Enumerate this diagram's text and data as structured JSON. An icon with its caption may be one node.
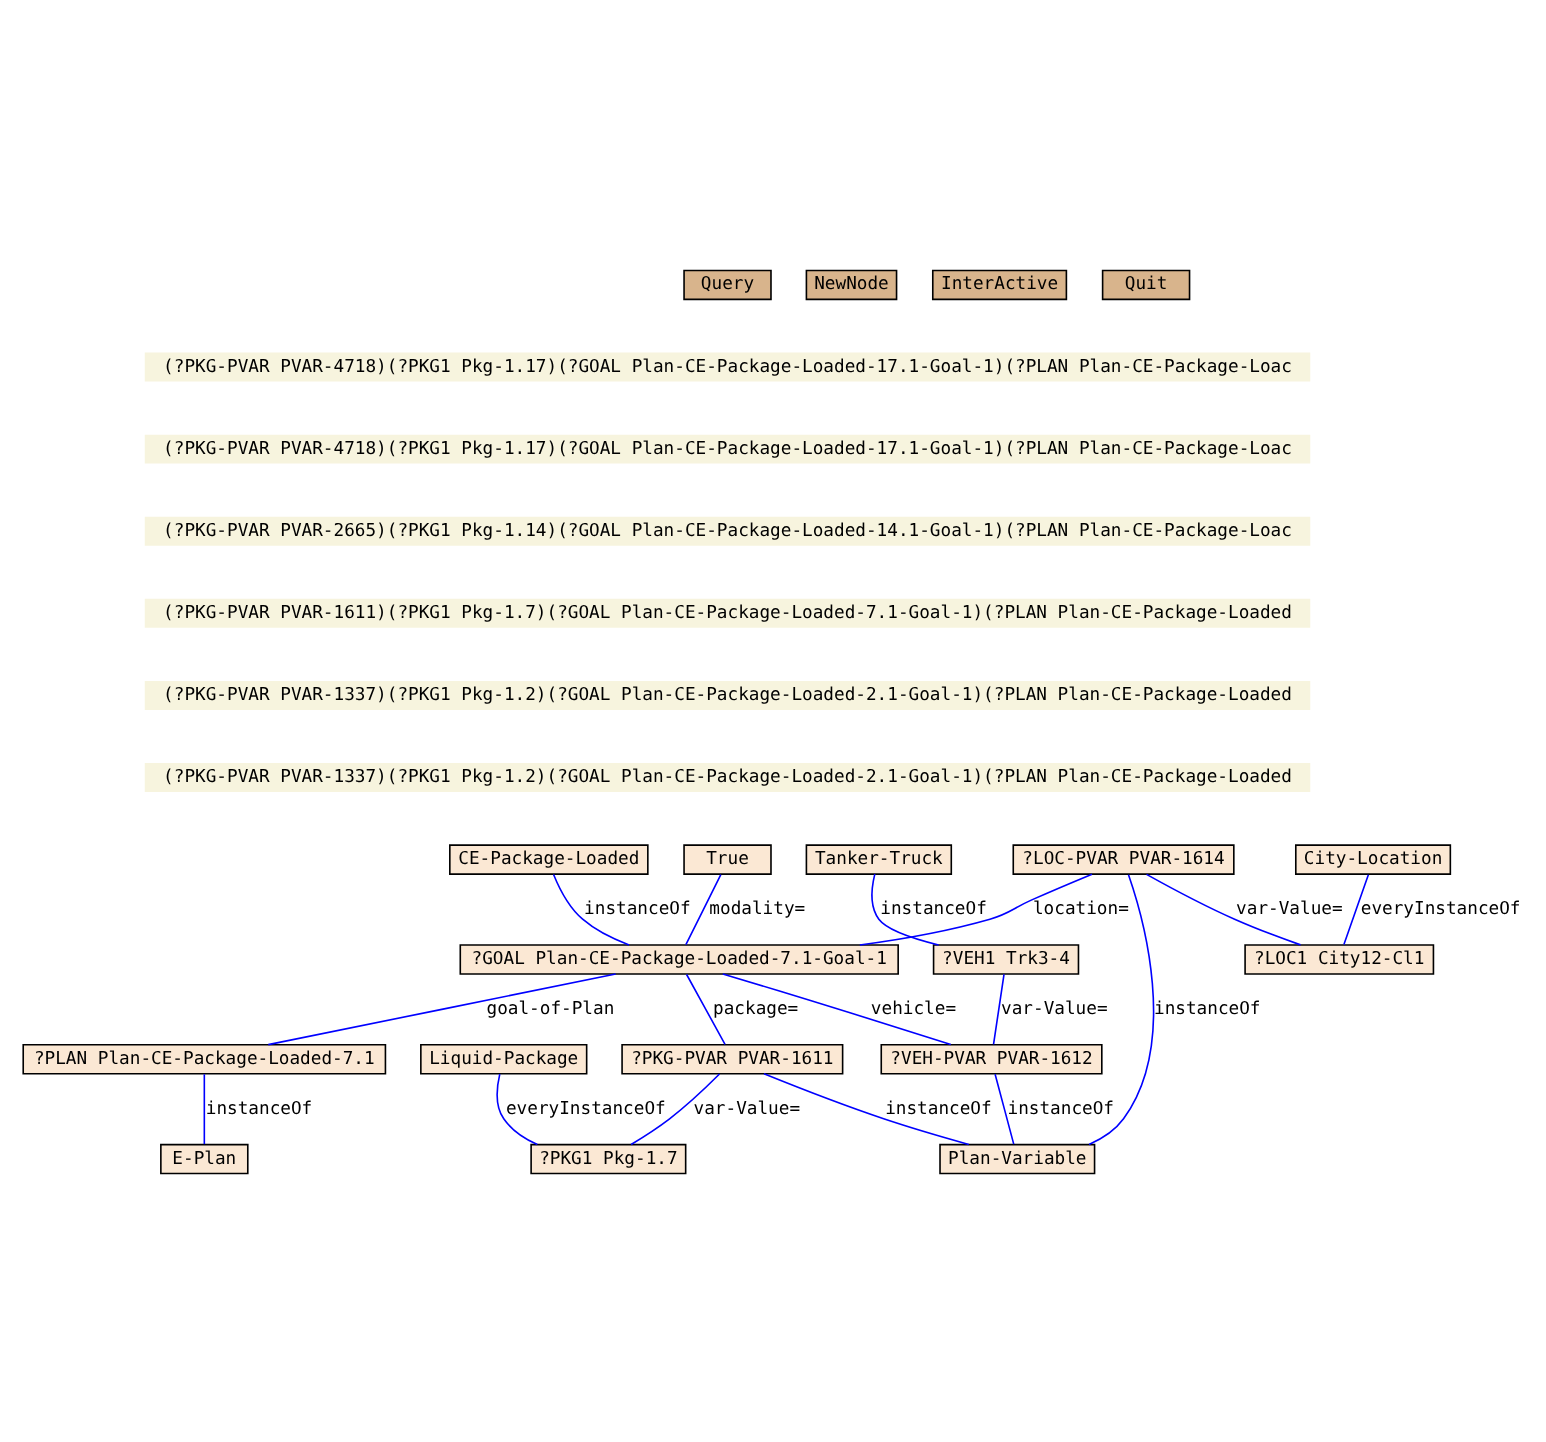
{
  "diagram": {
    "nodes": [
      {
        "text": [
          "CE-Package-Loaded"
        ]
      },
      {
        "text": [
          "True"
        ]
      },
      {
        "text": [
          "?LOC-PVAR PVAR-1614"
        ]
      },
      {
        "text": [
          "?GOAL Plan-CE-Package-Loaded-7.1-Goal-1"
        ]
      },
      {
        "text": [
          "City-Location"
        ]
      },
      {
        "text": [
          "?PLAN Plan-CE-Package-Loaded-7.1"
        ]
      },
      {
        "text": [
          "Tanker-Truck"
        ]
      },
      {
        "text": [
          "?VEH1 Trk3-4"
        ]
      },
      {
        "text": [
          "E-Plan"
        ]
      },
      {
        "text": [
          "?LOC1 City12-Cl1"
        ]
      },
      {
        "text": [
          "?VEH-PVAR PVAR-1612"
        ]
      },
      {
        "text": [
          "?PKG-PVAR PVAR-1611"
        ]
      },
      {
        "text": [
          "Plan-Variable"
        ]
      },
      {
        "text": [
          "Liquid-Package"
        ]
      },
      {
        "text": [
          "?PKG1 Pkg-1.7"
        ]
      }
    ],
    "edges": [
      {
        "from": 0,
        "to": 3,
        "arrow": "none",
        "label": "instanceOf"
      },
      {
        "from": 1,
        "to": 3,
        "arrow": "none",
        "label": "modality="
      },
      {
        "from": 2,
        "to": 3,
        "arrow": "none",
        "label": "location="
      },
      {
        "from": 3,
        "to": 5,
        "arrow": "none",
        "label": "goal-of-Plan"
      },
      {
        "from": 5,
        "to": 8,
        "arrow": "none",
        "label": "instanceOf"
      },
      {
        "from": 3,
        "to": 11,
        "arrow": "none",
        "label": "package="
      },
      {
        "from": 3,
        "to": 10,
        "arrow": "none",
        "label": "vehicle="
      },
      {
        "from": 6,
        "to": 7,
        "arrow": "none",
        "label": "instanceOf"
      },
      {
        "from": 7,
        "to": 10,
        "arrow": "none",
        "label": "var-Value="
      },
      {
        "from": 2,
        "to": 12,
        "arrow": "none",
        "label": "instanceOf"
      },
      {
        "from": 2,
        "to": 9,
        "arrow": "none",
        "label": "var-Value="
      },
      {
        "from": 4,
        "to": 9,
        "arrow": "none",
        "label": "everyInstanceOf"
      },
      {
        "from": 10,
        "to": 12,
        "arrow": "none",
        "label": "instanceOf"
      },
      {
        "from": 11,
        "to": 12,
        "arrow": "none",
        "label": "instanceOf"
      },
      {
        "from": 11,
        "to": 14,
        "arrow": "none",
        "label": "var-Value="
      },
      {
        "from": 13,
        "to": 14,
        "arrow": "none",
        "label": "everyInstanceOf"
      }
    ],
    "labels": [
      "Query",
      "NewNode",
      "InterActive",
      "Quit",
      "(?PKG-PVAR PVAR-4718)(?PKG1 Pkg-1.17)(?GOAL Plan-CE-Package-Loaded-17.1-Goal-1)(?PLAN Plan-CE-Package-Loac",
      "(?PKG-PVAR PVAR-4718)(?PKG1 Pkg-1.17)(?GOAL Plan-CE-Package-Loaded-17.1-Goal-1)(?PLAN Plan-CE-Package-Loac",
      "(?PKG-PVAR PVAR-2665)(?PKG1 Pkg-1.14)(?GOAL Plan-CE-Package-Loaded-14.1-Goal-1)(?PLAN Plan-CE-Package-Loac",
      "(?PKG-PVAR PVAR-1611)(?PKG1 Pkg-1.7)(?GOAL Plan-CE-Package-Loaded-7.1-Goal-1)(?PLAN Plan-CE-Package-Loaded",
      "(?PKG-PVAR PVAR-1337)(?PKG1 Pkg-1.2)(?GOAL Plan-CE-Package-Loaded-2.1-Goal-1)(?PLAN Plan-CE-Package-Loaded",
      "(?PKG-PVAR PVAR-1337)(?PKG1 Pkg-1.2)(?GOAL Plan-CE-Package-Loaded-2.1-Goal-1)(?PLAN Plan-CE-Package-Loaded"
    ]
  }
}
